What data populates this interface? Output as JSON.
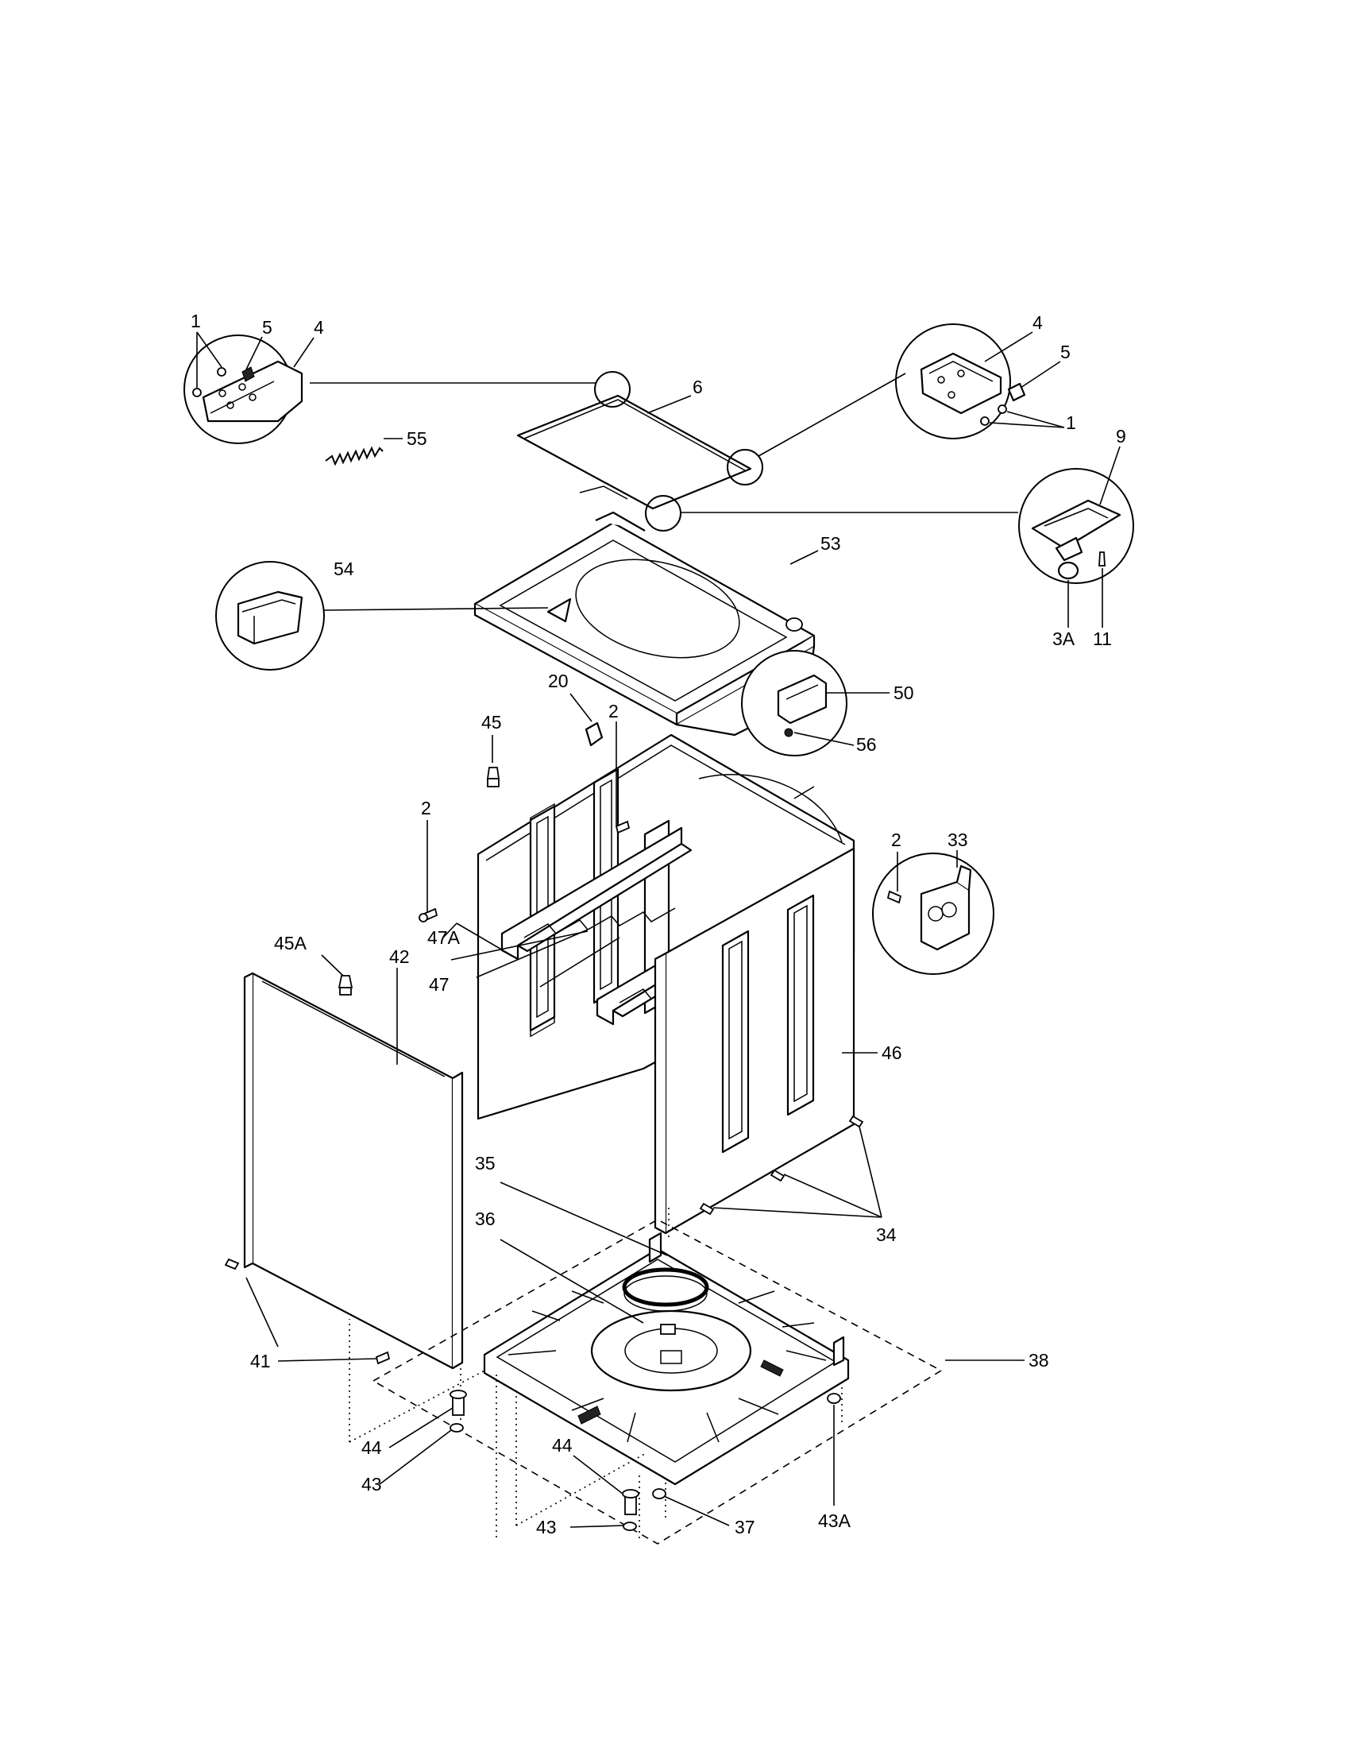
{
  "callouts": {
    "c1a": "1",
    "c5a": "5",
    "c4a": "4",
    "c55": "55",
    "c6": "6",
    "c4b": "4",
    "c5b": "5",
    "c1b": "1",
    "c9": "9",
    "c53": "53",
    "c54": "54",
    "c3a": "3A",
    "c11": "11",
    "c20": "20",
    "c50": "50",
    "c45": "45",
    "c2a": "2",
    "c56": "56",
    "c2b": "2",
    "c2c": "2",
    "c33": "33",
    "c47a": "47A",
    "c47": "47",
    "c45a": "45A",
    "c42": "42",
    "c46": "46",
    "c35": "35",
    "c36": "36",
    "c34": "34",
    "c41": "41",
    "c38": "38",
    "c44a": "44",
    "c43a": "43",
    "c44b": "44",
    "c43b": "43",
    "c37": "37",
    "c43A": "43A"
  }
}
